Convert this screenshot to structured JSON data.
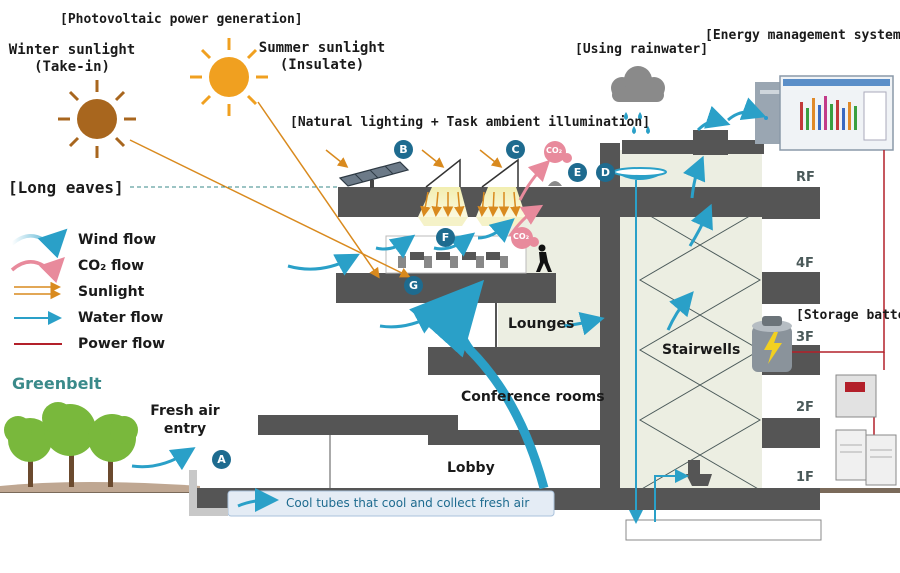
{
  "headers": {
    "photovoltaic": "[Photovoltaic power generation]",
    "rainwater": "[Using rainwater]",
    "ems": "[Energy management system]",
    "lighting": "[Natural lighting + Task ambient illumination]",
    "long_eaves": "[Long eaves]",
    "storage_battery": "[Storage battery]"
  },
  "sunlight": {
    "winter": [
      "Winter sunlight",
      "(Take-in)"
    ],
    "summer": [
      "Summer sunlight",
      "(Insulate)"
    ]
  },
  "legend": [
    {
      "label": "Wind flow",
      "kind": "wind",
      "color": "#2aa0c8"
    },
    {
      "label": "CO₂ flow",
      "kind": "co2",
      "color": "#e88a9c"
    },
    {
      "label": "Sunlight",
      "kind": "sun",
      "color": "#d98a1e"
    },
    {
      "label": "Water flow",
      "kind": "water",
      "color": "#2aa0c8"
    },
    {
      "label": "Power flow",
      "kind": "power",
      "color": "#b3202a"
    }
  ],
  "labels": {
    "greenbelt": "Greenbelt",
    "fresh_air": [
      "Fresh air",
      "entry"
    ],
    "cool_tubes": "Cool tubes that cool and collect fresh air",
    "lobby": "Lobby",
    "conference": "Conference rooms",
    "lounges": "Lounges",
    "stairwells": "Stairwells",
    "co2": "CO₂"
  },
  "floors": [
    "RF",
    "4F",
    "3F",
    "2F",
    "1F"
  ],
  "badges": [
    "A",
    "B",
    "C",
    "D",
    "E",
    "F",
    "G"
  ],
  "colors": {
    "building": "#555555",
    "atrium": "#eceee2",
    "accent_blue": "#1e6b8f",
    "wind": "#2aa0c8",
    "sun_winter": "#a8661e",
    "sun_summer": "#f0a020",
    "power": "#b3202a",
    "co2": "#e88a9c",
    "tree": "#79b83c"
  }
}
